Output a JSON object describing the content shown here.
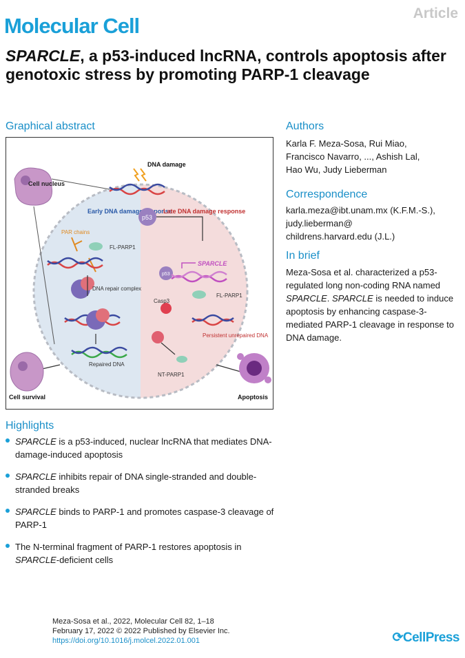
{
  "header": {
    "journal": "Molecular Cell",
    "type": "Article"
  },
  "title": {
    "italic": "SPARCLE",
    "rest": ", a p53-induced lncRNA, controls apoptosis after genotoxic stress by promoting PARP-1 cleavage"
  },
  "graphical_abstract": {
    "label": "Graphical abstract",
    "texts": {
      "dna_damage": "DNA damage",
      "cell_nucleus": "Cell nucleus",
      "early": "Early DNA damage response",
      "late": "Late DNA damage response",
      "p53": "p53",
      "par_chains": "PAR chains",
      "fl_parp1": "FL-PARP1",
      "dna_repair": "DNA repair complex",
      "sparcle": "SPARCLE",
      "casp3": "Casp3",
      "persistent": "Persistent unrepaired DNA",
      "repaired": "Repaired DNA",
      "nt_parp1": "NT-PARP1",
      "cell_survival": "Cell survival",
      "apoptosis": "Apoptosis"
    }
  },
  "authors": {
    "label": "Authors",
    "lines": [
      "Karla F. Meza-Sosa, Rui Miao,",
      "Francisco Navarro, ..., Ashish Lal,",
      "Hao Wu, Judy Lieberman"
    ]
  },
  "correspondence": {
    "label": "Correspondence",
    "lines": [
      "karla.meza@ibt.unam.mx (K.F.M.-S.),",
      "judy.lieberman@",
      "childrens.harvard.edu (J.L.)"
    ]
  },
  "in_brief": {
    "label": "In brief",
    "p1": "Meza-Sosa et al. characterized a p53-regulated long non-coding RNA named ",
    "i1": "SPARCLE",
    "p2": ". ",
    "i2": "SPARCLE",
    "p3": " is needed to induce apoptosis by enhancing caspase-3-mediated PARP-1 cleavage in response to DNA damage."
  },
  "highlights": {
    "label": "Highlights",
    "items": [
      {
        "italic": "SPARCLE",
        "text": " is a p53-induced, nuclear lncRNA that mediates DNA-damage-induced apoptosis"
      },
      {
        "italic": "SPARCLE",
        "text": " inhibits repair of DNA single-stranded and double-stranded breaks"
      },
      {
        "italic": "SPARCLE",
        "text": " binds to PARP-1 and promotes caspase-3 cleavage of PARP-1"
      },
      {
        "pre": "The N-terminal fragment of PARP-1 restores apoptosis in ",
        "italic": "SPARCLE",
        "text": "-deficient cells"
      }
    ]
  },
  "citation": {
    "line1": "Meza-Sosa et al., 2022, Molecular Cell 82, 1–18",
    "line2": "February 17, 2022 © 2022 Published by Elsevier Inc.",
    "doi": "https://doi.org/10.1016/j.molcel.2022.01.001"
  },
  "publisher": "CellPress",
  "colors": {
    "accent": "#1aa0d8",
    "early_bg": "#dfe9f3",
    "late_bg": "#f6dede"
  }
}
